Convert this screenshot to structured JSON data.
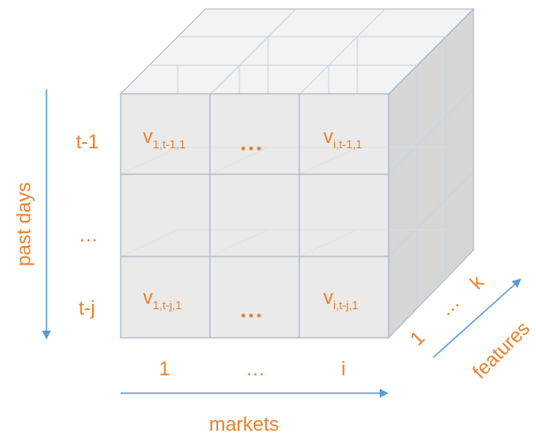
{
  "axes": {
    "rows_title": "past days",
    "columns_title": "markets",
    "depth_title": "features"
  },
  "row_ticks": [
    "t-1",
    "…",
    "t-j"
  ],
  "column_ticks": [
    "1",
    "…",
    "i"
  ],
  "depth_ticks": [
    "1",
    "…",
    "k"
  ],
  "cells": {
    "top_left": {
      "base": "v",
      "sub": "1,t-1,1"
    },
    "top_mid": "…",
    "top_right": {
      "base": "v",
      "sub": "i,t-1,1"
    },
    "bottom_left": {
      "base": "v",
      "sub": "1,t-j,1"
    },
    "bottom_mid": "…",
    "bottom_right": {
      "base": "v",
      "sub": "i,t-j,1"
    }
  },
  "colors": {
    "label": "#E8822E",
    "arrow": "#5B9BD5",
    "edge": "#A9B7C6",
    "front_face": "#E3E3E3",
    "side_face": "#CFCFCF"
  }
}
